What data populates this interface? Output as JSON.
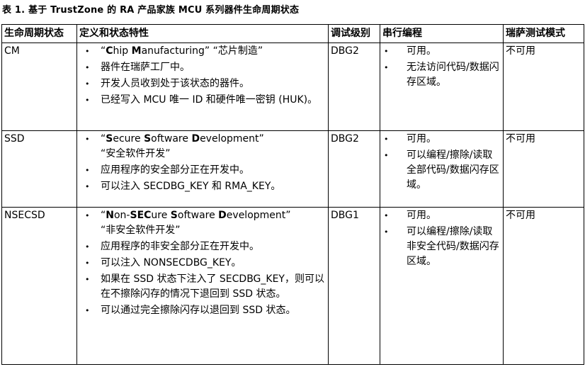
{
  "caption": "表 1. 基于 TrustZone 的 RA 产品家族 MCU 系列器件生命周期状态",
  "headers": {
    "state": "生命周期状态",
    "def": "定义和状态特性",
    "dbg": "调试级别",
    "serial": "串行编程",
    "renesas": "瑞萨测试模式"
  },
  "rows": [
    {
      "state": "CM",
      "title": {
        "open": "“",
        "parts": [
          "C",
          "hip ",
          "M",
          "anufacturing"
        ],
        "close": "”",
        "cn": "“芯片制造”"
      },
      "bullets": [
        "器件在瑞萨工厂中。",
        "开发人员收到处于该状态的器件。",
        "已经写入 MCU 唯一 ID 和硬件唯一密钥 (HUK)。"
      ],
      "dbg": "DBG2",
      "serial": [
        "可用。",
        "无法访问代码/数据闪存区域。"
      ],
      "renesas": "不可用"
    },
    {
      "state": "SSD",
      "title": {
        "open": "“",
        "parts": [
          "S",
          "ecure ",
          "S",
          "oftware ",
          "D",
          "evelopment"
        ],
        "close": "”",
        "cn": "“安全软件开发”"
      },
      "bullets": [
        "应用程序的安全部分正在开发中。",
        "可以注入 SECDBG_KEY 和 RMA_KEY。"
      ],
      "dbg": "DBG2",
      "serial": [
        "可用。",
        "可以编程/擦除/读取全部代码/数据闪存区域。"
      ],
      "renesas": "不可用"
    },
    {
      "state": "NSECSD",
      "title": {
        "open": "“",
        "parts": [
          "N",
          "on-",
          "SEC",
          "ure ",
          "S",
          "oftware ",
          "D",
          "evelopment"
        ],
        "close": "”",
        "cn": "“非安全软件开发”"
      },
      "bullets": [
        "应用程序的非安全部分正在开发中。",
        "可以注入 NONSECDBG_KEY。",
        "如果在 SSD 状态下注入了 SECDBG_KEY，则可以在不擦除闪存的情况下退回到 SSD 状态。",
        "可以通过完全擦除闪存以退回到 SSD 状态。"
      ],
      "dbg": "DBG1",
      "serial": [
        "可用。",
        "可以编程/擦除/读取非安全代码/数据闪存区域。"
      ],
      "renesas": "不可用"
    }
  ]
}
